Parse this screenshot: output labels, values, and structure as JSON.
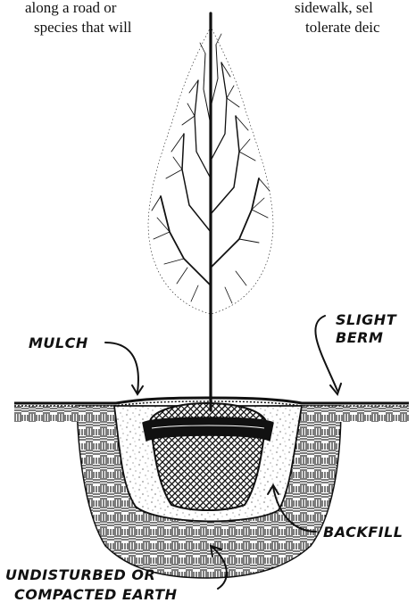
{
  "text": {
    "left_line_1": "along a road or",
    "left_line_2": "species that will",
    "right_line_1": "sidewalk, sel",
    "right_line_2": "tolerate deic"
  },
  "labels": {
    "mulch": "MULCH",
    "berm_line_1": "SLIGHT",
    "berm_line_2": "BERM",
    "backfill": "BACKFILL",
    "earth_line_1": "UNDISTURBED OR",
    "earth_line_2": "COMPACTED EARTH"
  }
}
